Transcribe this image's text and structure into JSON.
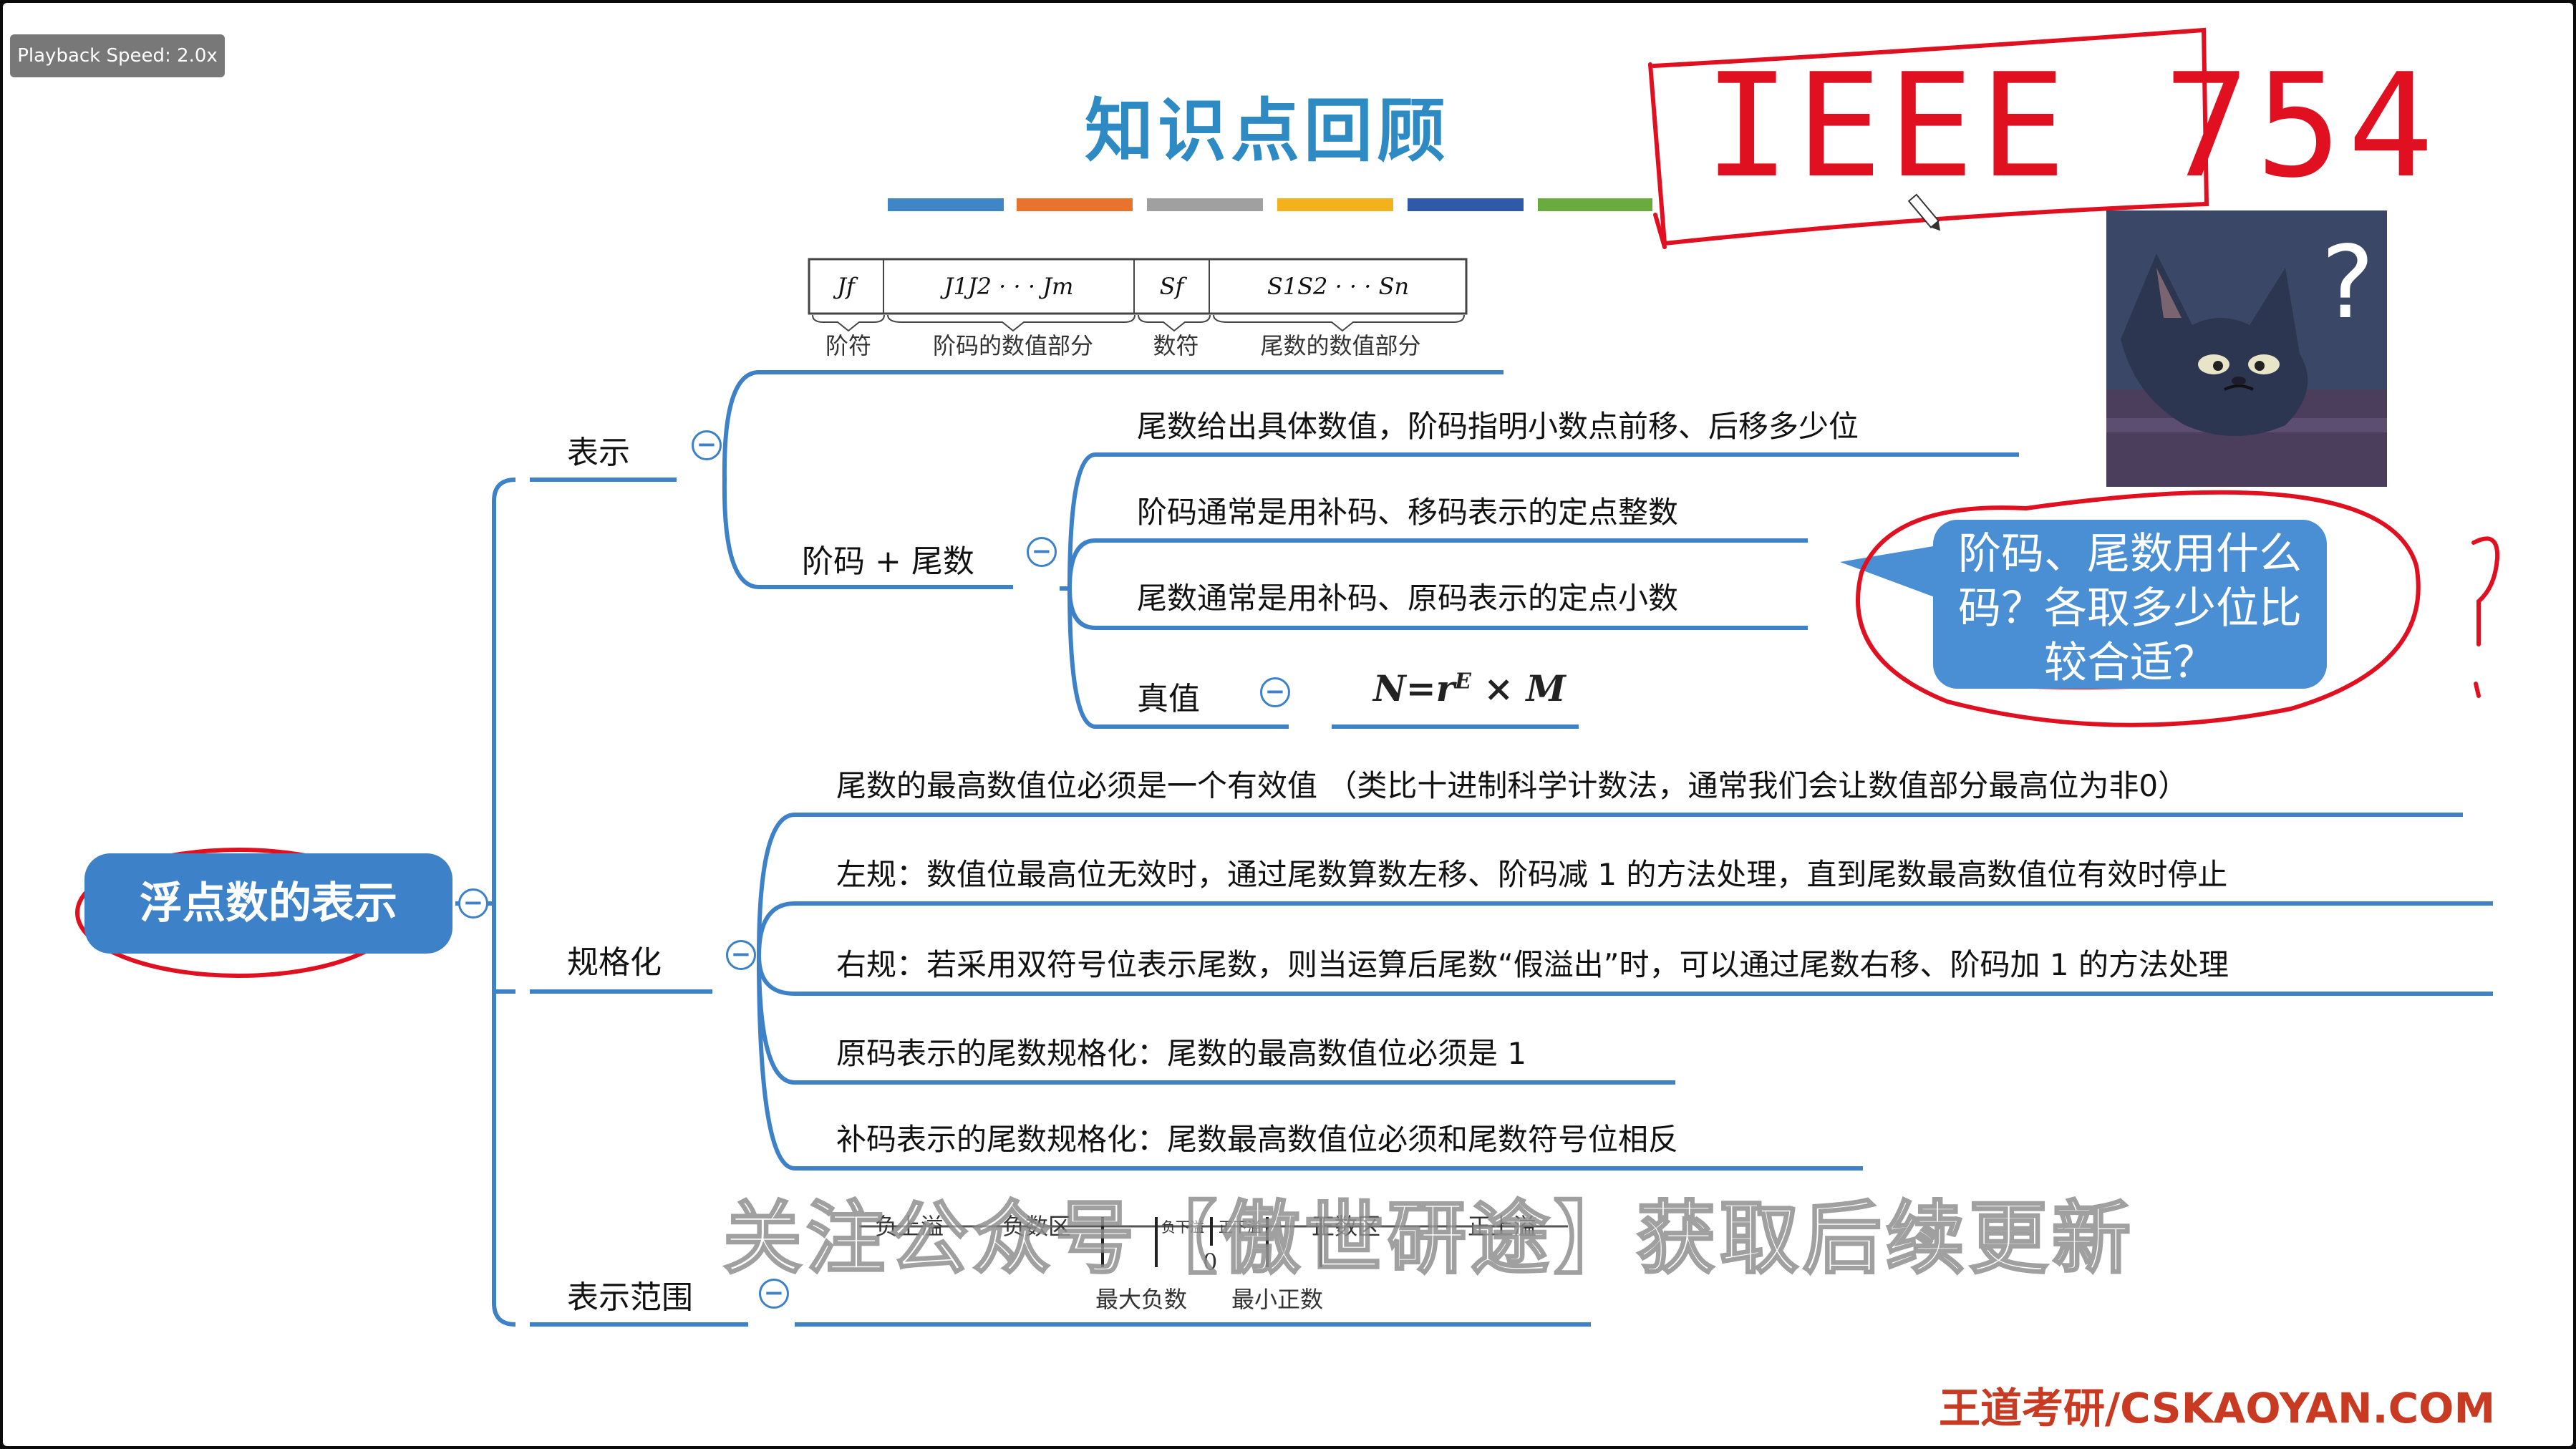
{
  "playback": {
    "label": "Playback Speed: 2.0x"
  },
  "page": {
    "title": "知识点回顾"
  },
  "annotation": {
    "handwriting": "IEEE 754",
    "question_mark": "?"
  },
  "colors": {
    "accent": "#3d81c8",
    "ink_red": "#e01020",
    "title_blue": "#2e8ac3",
    "footer_red": "#c83a22",
    "color_bar": [
      "#3e86c6",
      "#e8732c",
      "#a0a0a0",
      "#f3b21c",
      "#2f5aa8",
      "#6aab3d"
    ]
  },
  "float_format": {
    "fields": [
      {
        "symbol": "Jf",
        "label": "阶符"
      },
      {
        "symbol": "J1J2 · · · Jm",
        "label": "阶码的数值部分"
      },
      {
        "symbol": "Sf",
        "label": "数符"
      },
      {
        "symbol": "S1S2 · · · Sn",
        "label": "尾数的数值部分"
      }
    ]
  },
  "root": {
    "label": "浮点数的表示"
  },
  "branches": {
    "representation": {
      "label": "表示",
      "sub": {
        "label": "阶码 + 尾数",
        "items": [
          "尾数给出具体数值，阶码指明小数点前移、后移多少位",
          "阶码通常是用补码、移码表示的定点整数",
          "尾数通常是用补码、原码表示的定点小数"
        ],
        "true_value": {
          "label": "真值",
          "formula": "N=r^E×M"
        }
      }
    },
    "normalization": {
      "label": "规格化",
      "items": [
        "尾数的最高数值位必须是一个有效值 （类比十进制科学计数法，通常我们会让数值部分最高位为非0）",
        "左规：数值位最高位无效时，通过尾数算数左移、阶码减 1 的方法处理，直到尾数最高数值位有效时停止",
        "右规：若采用双符号位表示尾数，则当运算后尾数“假溢出”时，可以通过尾数右移、阶码加 1 的方法处理",
        "原码表示的尾数规格化：尾数的最高数值位必须是 1",
        "补码表示的尾数规格化：尾数最高数值位必须和尾数符号位相反"
      ]
    },
    "range": {
      "label": "表示范围",
      "axis_labels": [
        "负上溢",
        "负数区",
        "负下溢",
        "正下溢",
        "正数区",
        "正上溢"
      ],
      "zero": "0",
      "bottom_labels": [
        "最大负数",
        "最小正数"
      ]
    }
  },
  "bubble": {
    "text": "阶码、尾数用什么码？各取多少位比较合适？"
  },
  "watermark": {
    "text": "关注公众号【傲世研途】获取后续更新"
  },
  "footer": {
    "text": "王道考研/CSKAOYAN.COM"
  }
}
